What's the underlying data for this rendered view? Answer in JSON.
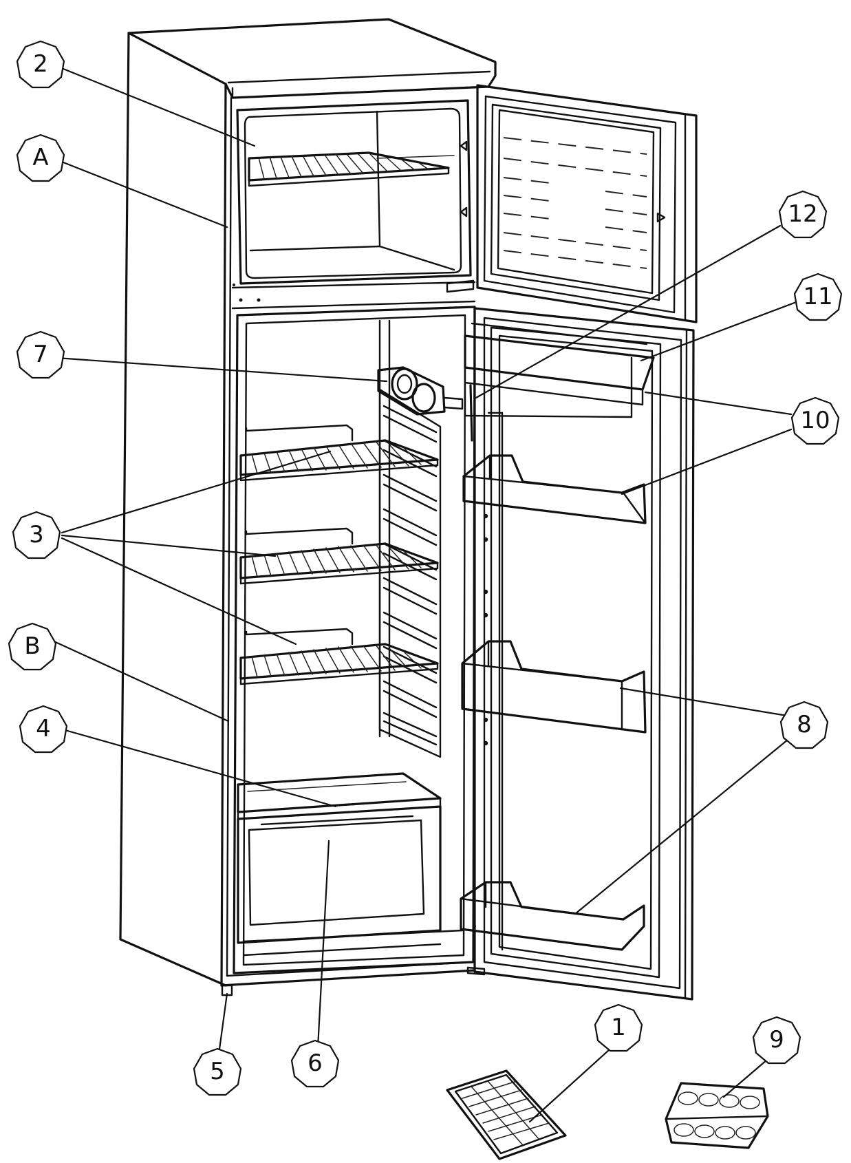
{
  "callouts": {
    "c2": "2",
    "cA": "A",
    "c7": "7",
    "c12": "12",
    "c11": "11",
    "c10": "10",
    "c3": "3",
    "cB": "B",
    "c4": "4",
    "c8": "8",
    "c5": "5",
    "c6": "6",
    "c1": "1",
    "c9": "9"
  }
}
